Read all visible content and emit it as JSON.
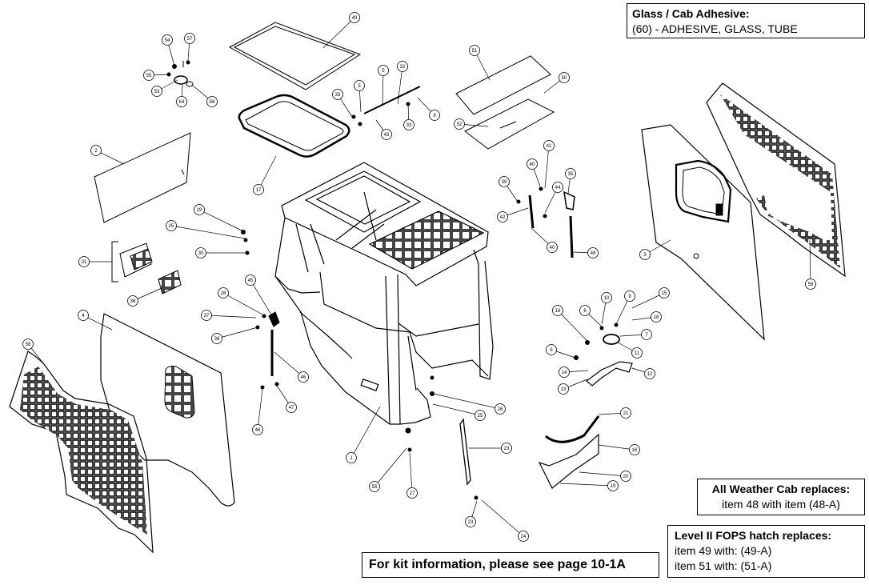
{
  "notes": {
    "glass_cab": {
      "title": "Glass / Cab Adhesive:",
      "line": "(60) - ADHESIVE, GLASS, TUBE"
    },
    "all_weather": {
      "title": "All Weather Cab replaces:",
      "line": "item 48 with item (48-A)"
    },
    "fops": {
      "title": "Level II FOPS hatch replaces:",
      "line1": "item   49   with:   (49-A)",
      "line2": "item 51 with: (51-A)"
    },
    "kit": {
      "text": "For kit information, please see page 10-1A"
    }
  },
  "callouts": [
    {
      "label": "49"
    },
    {
      "label": "54"
    },
    {
      "label": "57"
    },
    {
      "label": "55"
    },
    {
      "label": "53"
    },
    {
      "label": "64"
    },
    {
      "label": "56"
    },
    {
      "label": "17"
    },
    {
      "label": "2"
    },
    {
      "label": "33"
    },
    {
      "label": "5"
    },
    {
      "label": "5"
    },
    {
      "label": "32"
    },
    {
      "label": "43"
    },
    {
      "label": "33"
    },
    {
      "label": "8"
    },
    {
      "label": "51"
    },
    {
      "label": "50"
    },
    {
      "label": "52"
    },
    {
      "label": "29"
    },
    {
      "label": "25"
    },
    {
      "label": "30"
    },
    {
      "label": "31"
    },
    {
      "label": "36"
    },
    {
      "label": "28"
    },
    {
      "label": "45"
    },
    {
      "label": "37"
    },
    {
      "label": "38"
    },
    {
      "label": "46"
    },
    {
      "label": "47"
    },
    {
      "label": "46"
    },
    {
      "label": "4"
    },
    {
      "label": "58"
    },
    {
      "label": "39"
    },
    {
      "label": "40"
    },
    {
      "label": "41"
    },
    {
      "label": "44"
    },
    {
      "label": "35"
    },
    {
      "label": "42"
    },
    {
      "label": "40"
    },
    {
      "label": "48"
    },
    {
      "label": "3"
    },
    {
      "label": "59"
    },
    {
      "label": "16"
    },
    {
      "label": "6"
    },
    {
      "label": "10"
    },
    {
      "label": "9"
    },
    {
      "label": "15"
    },
    {
      "label": "18"
    },
    {
      "label": "7"
    },
    {
      "label": "11"
    },
    {
      "label": "6"
    },
    {
      "label": "14"
    },
    {
      "label": "13"
    },
    {
      "label": "12"
    },
    {
      "label": "26"
    },
    {
      "label": "25"
    },
    {
      "label": "1"
    },
    {
      "label": "55"
    },
    {
      "label": "27"
    },
    {
      "label": "23"
    },
    {
      "label": "21"
    },
    {
      "label": "16"
    },
    {
      "label": "20"
    },
    {
      "label": "19"
    },
    {
      "label": "23"
    },
    {
      "label": "24"
    }
  ],
  "colors": {
    "line": "#000000",
    "background": "#ffffff"
  }
}
